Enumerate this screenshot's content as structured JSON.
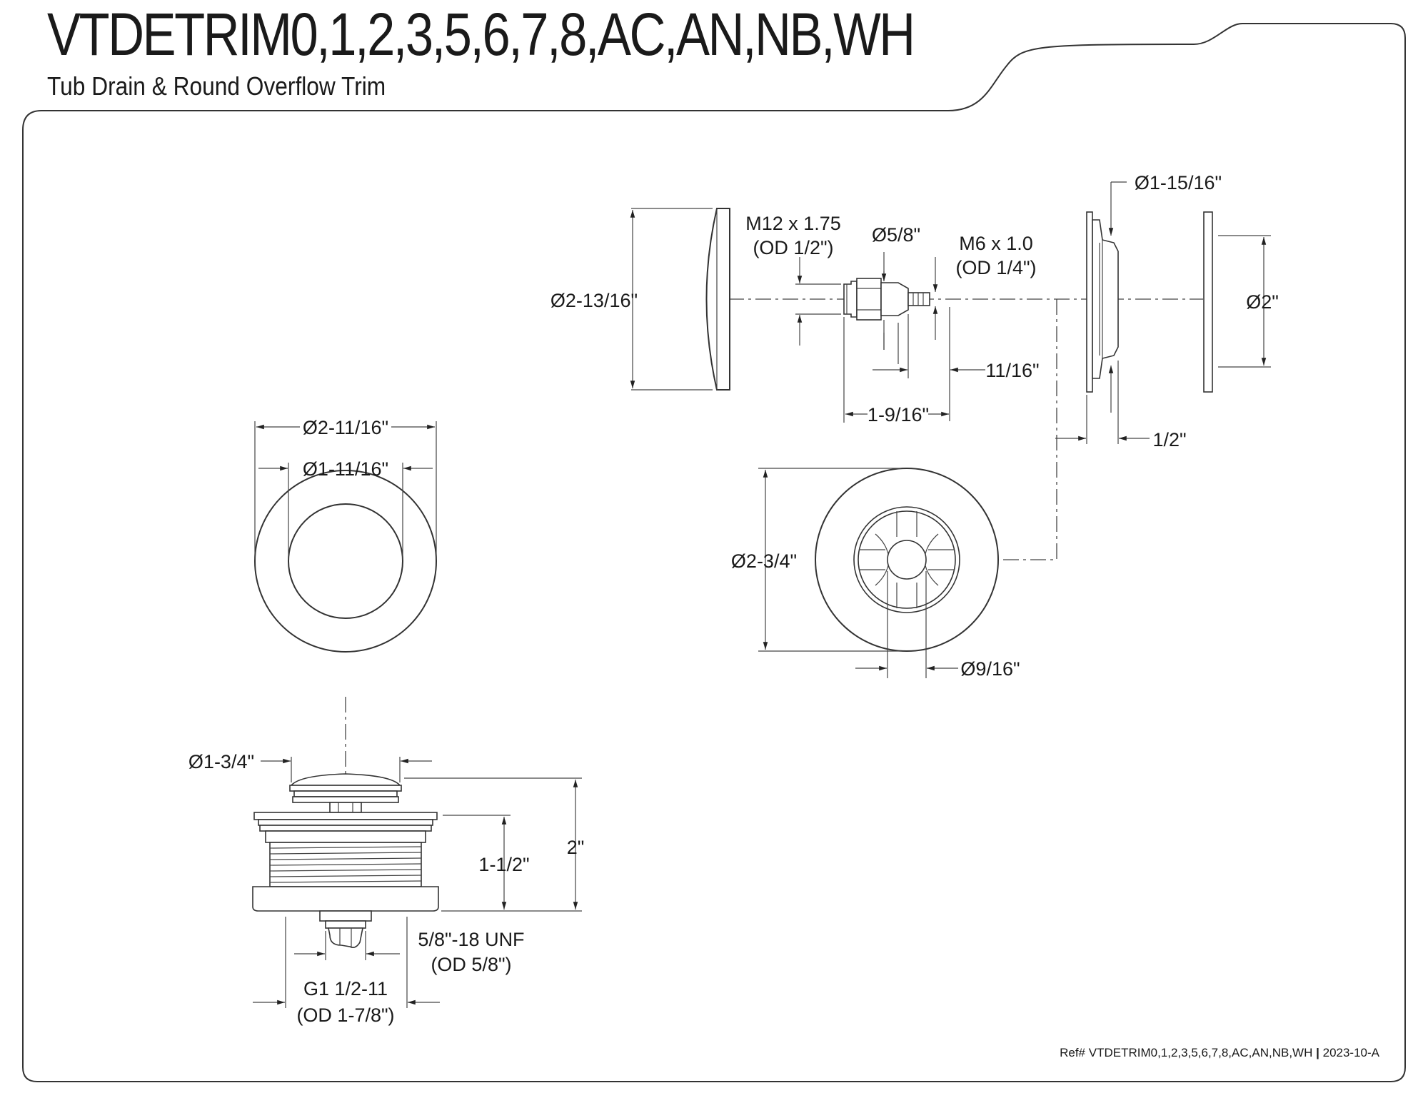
{
  "header": {
    "title": "VTDETRIM0,1,2,3,5,6,7,8,AC,AN,NB,WH",
    "subtitle": "Tub Drain & Round Overflow Trim"
  },
  "footer": {
    "ref_prefix": "Ref# VTDETRIM0,1,2,3,5,6,7,8,AC,AN,NB,WH",
    "separator": "|",
    "revision": "2023-10-A"
  },
  "dimensions": {
    "overflow_cover_dia": "Ø2-13/16\"",
    "bolt_thread": "M12 x 1.75",
    "bolt_thread_od": "(OD 1/2\")",
    "nut_dia": "Ø5/8\"",
    "screw_thread": "M6 x 1.0",
    "screw_thread_od": "(OD 1/4\")",
    "screw_length": "11/16\"",
    "bolt_length": "1-9/16\"",
    "flange_inner_dia": "Ø1-15/16\"",
    "gasket_dia": "Ø2\"",
    "flange_depth": "1/2\"",
    "flange_dia": "Ø2-3/4\"",
    "flange_hole_dia": "Ø9/16\"",
    "stopper_outer_dia": "Ø2-11/16\"",
    "stopper_inner_dia": "Ø1-11/16\"",
    "cap_dia": "Ø1-3/4\"",
    "body_height": "1-1/2\"",
    "total_height": "2\"",
    "stem_thread": "5/8\"-18 UNF",
    "stem_thread_od": "(OD 5/8\")",
    "body_thread": "G1 1/2-11",
    "body_thread_od": "(OD 1-7/8\")"
  }
}
